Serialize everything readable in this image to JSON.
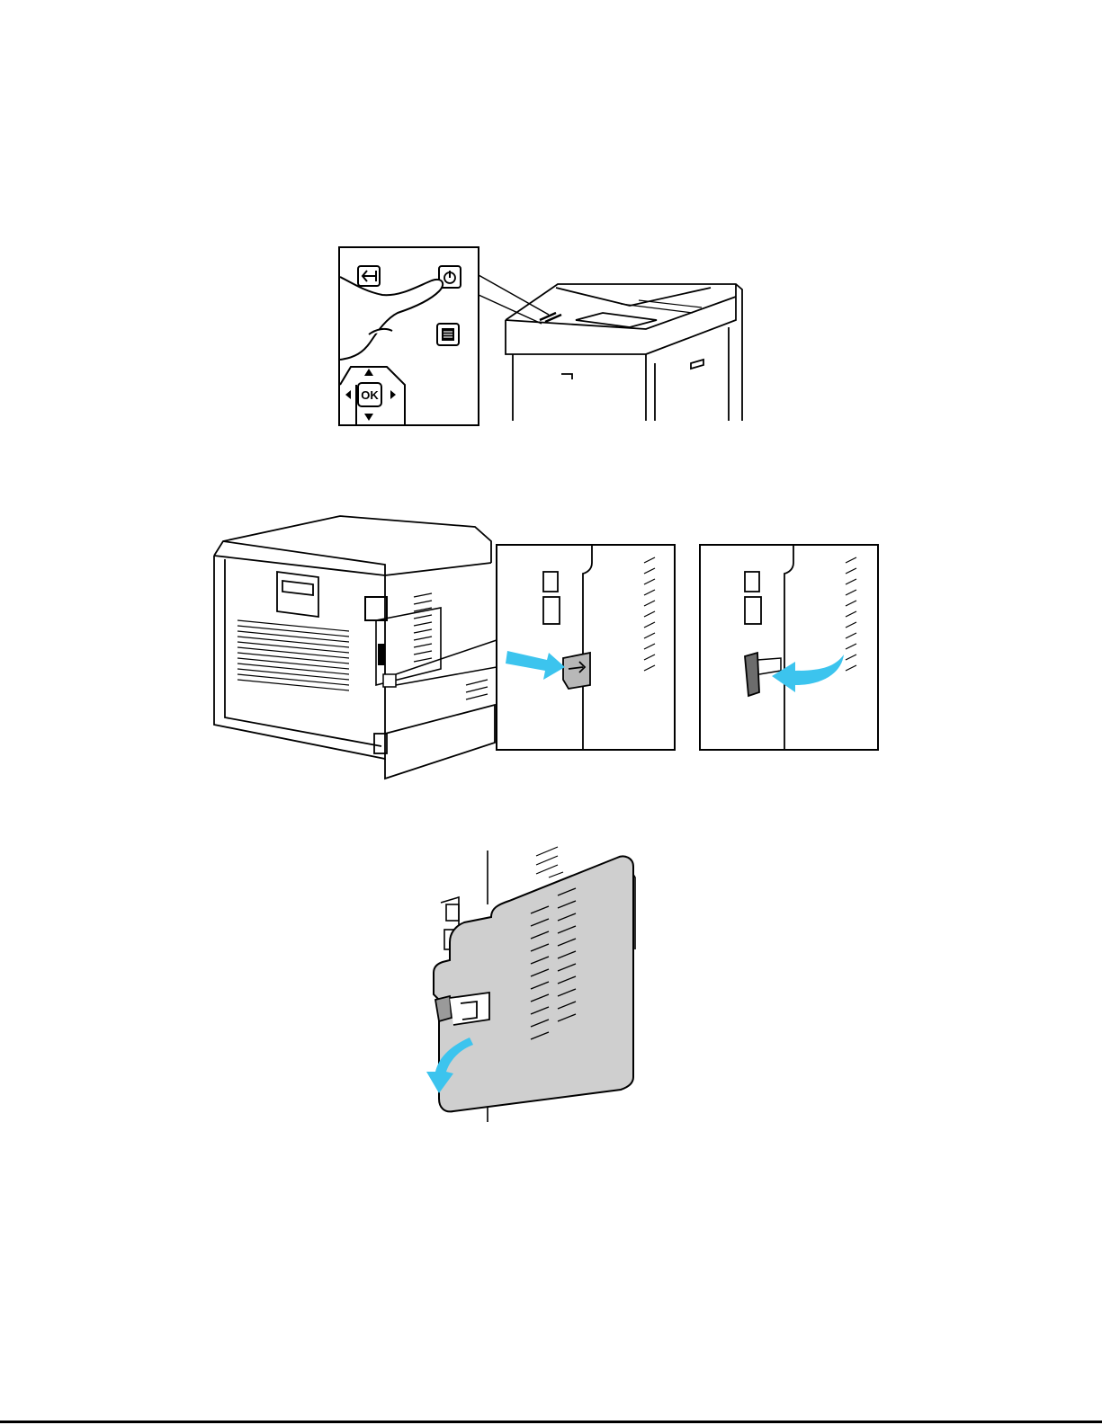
{
  "page": {
    "title": "",
    "footer_rule": true
  },
  "figures": [
    {
      "id": "fig-1",
      "description_label": "",
      "control_panel": {
        "ok_label": "OK",
        "buttons": [
          "back-icon",
          "power-icon",
          "menu-icon"
        ],
        "nav_arrows": [
          "arrow-up-icon",
          "arrow-left-icon",
          "arrow-right-icon",
          "arrow-down-icon"
        ]
      }
    },
    {
      "id": "fig-2"
    },
    {
      "id": "fig-3"
    }
  ],
  "colors": {
    "line": "#000000",
    "accent_arrow": "#3cc4ee",
    "panel_fill": "#cfcfcf",
    "background": "#ffffff"
  }
}
